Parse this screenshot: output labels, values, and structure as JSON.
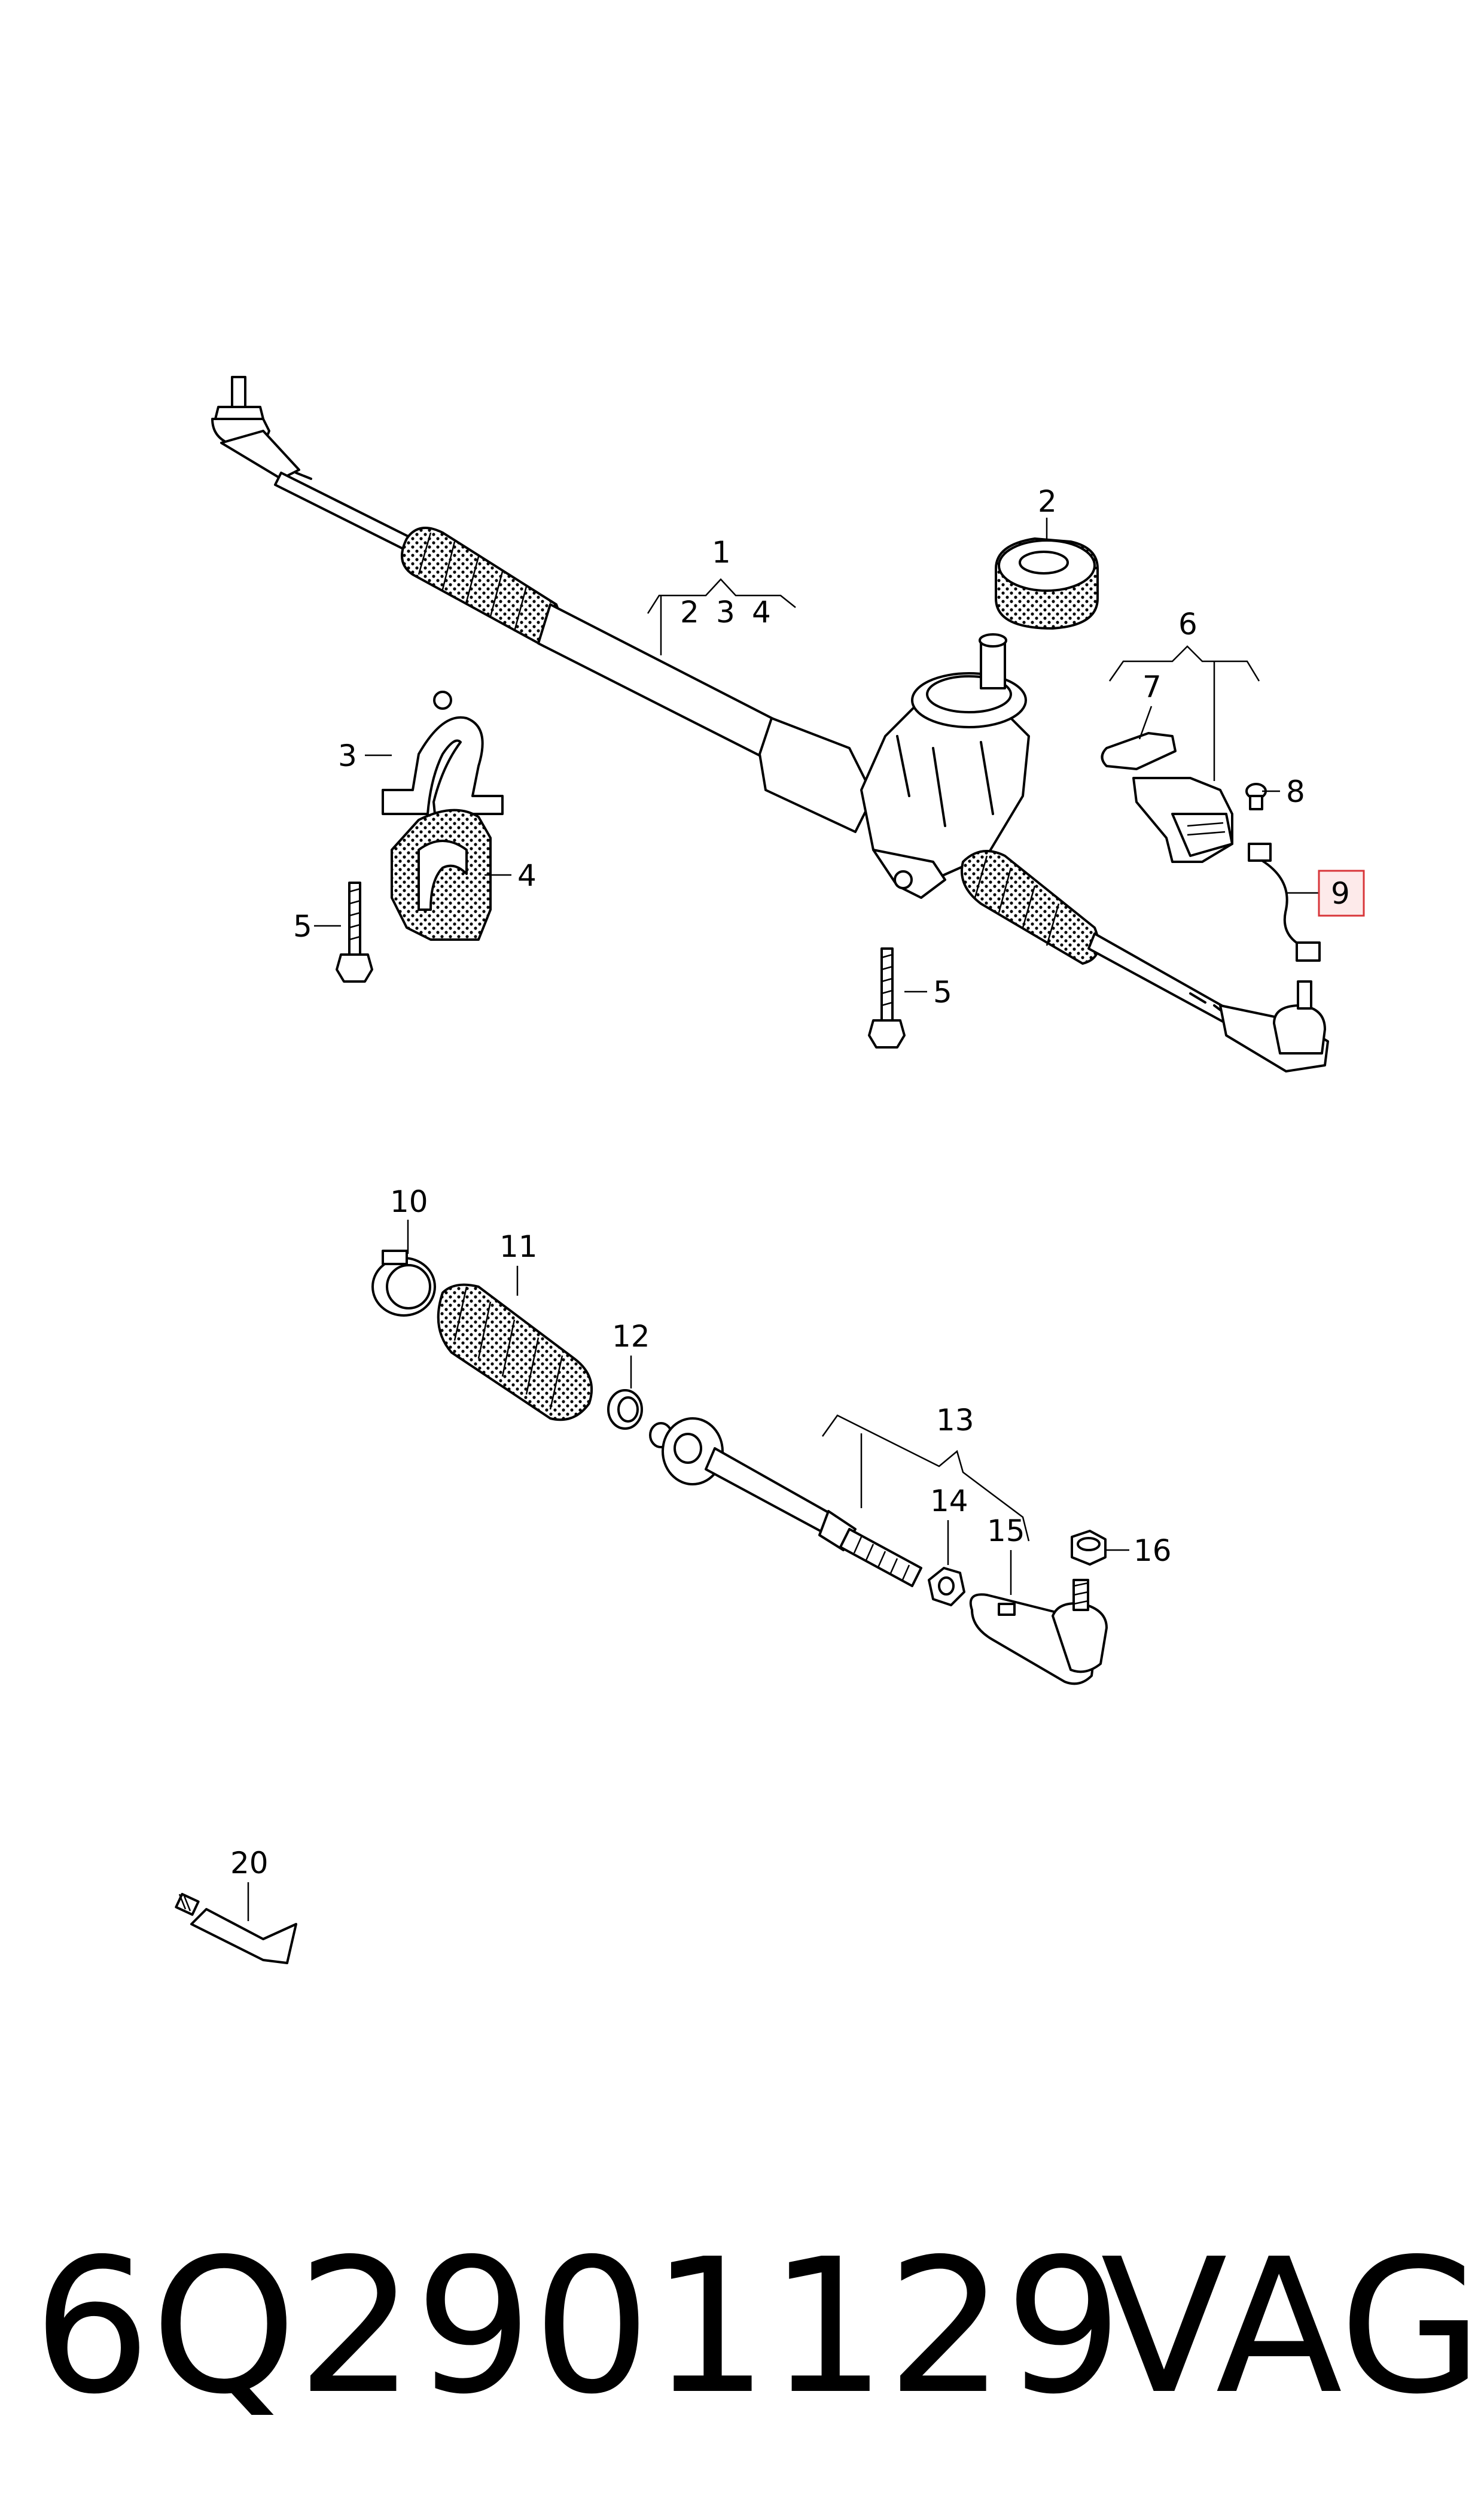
{
  "diagram": {
    "labels": {
      "l1": "1",
      "l1_2": "2",
      "l1_3": "3",
      "l1_4": "4",
      "l2": "2",
      "l3": "3",
      "l4": "4",
      "l5a": "5",
      "l5b": "5",
      "l6": "6",
      "l7": "7",
      "l8": "8",
      "l9": "9",
      "l10": "10",
      "l11": "11",
      "l12": "12",
      "l13": "13",
      "l14": "14",
      "l15": "15",
      "l16": "16",
      "l20": "20"
    },
    "highlight_color": "#d8363a"
  },
  "footer": {
    "part_number": "6Q2901129",
    "brand": "VAG"
  }
}
